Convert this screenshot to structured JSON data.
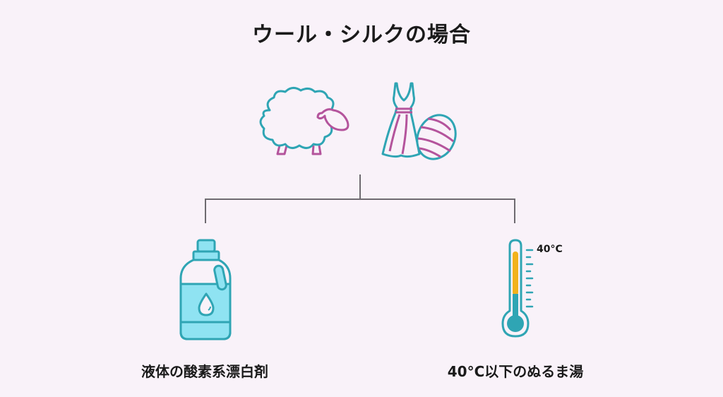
{
  "title": "ウール・シルクの場合",
  "colors": {
    "background": "#f9f2f9",
    "teal": "#2fa5b4",
    "magenta": "#b4549c",
    "light_blue": "#8fe3f2",
    "amber": "#f2b21c",
    "line": "#6e6a70"
  },
  "top_icons": [
    {
      "name": "sheep-icon"
    },
    {
      "name": "dress-and-yarn-icon"
    }
  ],
  "branches": [
    {
      "icon": "bleach-bottle-icon",
      "label": "液体の酸素系漂白剤"
    },
    {
      "icon": "thermometer-icon",
      "label": "40°C以下のぬるま湯",
      "thermometer_mark": "40°C"
    }
  ]
}
